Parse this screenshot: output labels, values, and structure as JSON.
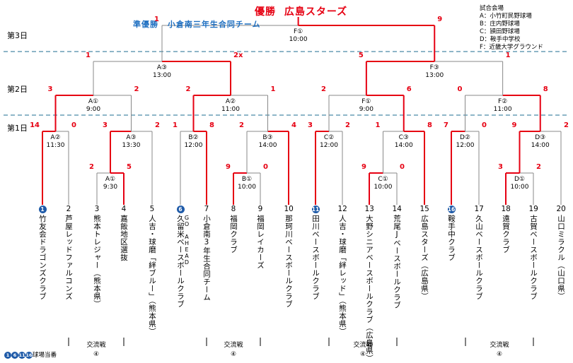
{
  "champion": {
    "label": "優勝",
    "team": "広島スターズ"
  },
  "runner_up": {
    "label": "準優勝",
    "team": "小倉南三年生合同チーム"
  },
  "venues": {
    "title": "試合会場",
    "items": [
      "A：小竹町民野球場",
      "B：庄内野球場",
      "C：頴田野球場",
      "D：鞍手中学校",
      "F：近畿大学グラウンド"
    ]
  },
  "days": [
    "第3日",
    "第2日",
    "第1日"
  ],
  "final": {
    "venue": "F①",
    "time": "10:00",
    "score_left": "1",
    "score_right": "9"
  },
  "semis": [
    {
      "venue": "A③",
      "time": "13:00",
      "score_left": "1",
      "score_right": "2x"
    },
    {
      "venue": "F③",
      "time": "13:00",
      "score_left": "5",
      "score_right": "1"
    }
  ],
  "quarters": [
    {
      "venue": "A①",
      "time": "9:00",
      "score_left": "3",
      "score_right": "2"
    },
    {
      "venue": "A②",
      "time": "11:00",
      "score_left": "2",
      "score_right": "1"
    },
    {
      "venue": "F①",
      "time": "9:00",
      "score_left": "2",
      "score_right": "6"
    },
    {
      "venue": "F②",
      "time": "11:00",
      "score_left": "0",
      "score_right": "8"
    }
  ],
  "round1": [
    {
      "venue": "A②",
      "time": "11:30",
      "score_left": "14",
      "score_right": "0"
    },
    {
      "venue": "A③",
      "time": "13:30",
      "score_left": "3",
      "score_right": "2"
    },
    {
      "venue": "B②",
      "time": "12:00",
      "score_left": "1",
      "score_right": "8"
    },
    {
      "venue": "B③",
      "time": "14:00",
      "score_left": "2",
      "score_right": "4"
    },
    {
      "venue": "C②",
      "time": "12:00",
      "score_left": "3",
      "score_right": "2"
    },
    {
      "venue": "C③",
      "time": "14:00",
      "score_left": "1",
      "score_right": "8"
    },
    {
      "venue": "D②",
      "time": "12:00",
      "score_left": "7",
      "score_right": "0"
    },
    {
      "venue": "D③",
      "time": "14:00",
      "score_left": "9",
      "score_right": "2"
    }
  ],
  "prelim": [
    {
      "venue": "A①",
      "time": "9:30",
      "score_left": "2",
      "score_right": "5"
    },
    {
      "venue": "B①",
      "time": "10:00",
      "score_left": "9",
      "score_right": "0"
    },
    {
      "venue": "C①",
      "time": "10:00",
      "score_left": "9",
      "score_right": "0"
    },
    {
      "venue": "D①",
      "time": "10:00",
      "score_left": "3",
      "score_right": "2"
    }
  ],
  "teams": [
    {
      "num": "1",
      "host": true,
      "name": "竹友会ドラゴンズクラブ",
      "sub": ""
    },
    {
      "num": "2",
      "host": false,
      "name": "芦屋レッドファルコンズ",
      "sub": ""
    },
    {
      "num": "3",
      "host": false,
      "name": "熊本トレジャー（熊本県）",
      "sub": ""
    },
    {
      "num": "4",
      "host": false,
      "name": "嘉飯地区選抜",
      "sub": ""
    },
    {
      "num": "5",
      "host": false,
      "name": "人吉・球磨「絆ブルー」（熊本県）",
      "sub": ""
    },
    {
      "num": "6",
      "host": true,
      "name": "久留米ベースボールクラブ",
      "sub": "GO AHEAD"
    },
    {
      "num": "7",
      "host": false,
      "name": "小倉南3年生合同チーム",
      "sub": ""
    },
    {
      "num": "8",
      "host": false,
      "name": "福岡クラブ",
      "sub": ""
    },
    {
      "num": "9",
      "host": false,
      "name": "福岡レイカーズ",
      "sub": ""
    },
    {
      "num": "10",
      "host": false,
      "name": "那珂川ベースボールクラブ",
      "sub": ""
    },
    {
      "num": "11",
      "host": true,
      "name": "田川ベースボールクラブ",
      "sub": ""
    },
    {
      "num": "12",
      "host": false,
      "name": "人吉・球磨「絆レッド」（熊本県）",
      "sub": ""
    },
    {
      "num": "13",
      "host": false,
      "name": "大野シニアベースボールクラブ（広島県）",
      "sub": ""
    },
    {
      "num": "14",
      "host": false,
      "name": "荒尾Jベースボールクラブ",
      "sub": ""
    },
    {
      "num": "15",
      "host": false,
      "name": "広島スターズ（広島県）",
      "sub": ""
    },
    {
      "num": "16",
      "host": true,
      "name": "鞍手中クラブ",
      "sub": ""
    },
    {
      "num": "17",
      "host": false,
      "name": "久山ベースボールクラブ",
      "sub": ""
    },
    {
      "num": "18",
      "host": false,
      "name": "遠賀クラブ",
      "sub": ""
    },
    {
      "num": "19",
      "host": false,
      "name": "古賀ベースボールクラブ",
      "sub": ""
    },
    {
      "num": "20",
      "host": false,
      "name": "山口ミラクル（山口県）",
      "sub": ""
    }
  ],
  "exchange": [
    {
      "label": "交流戦",
      "count": "④"
    },
    {
      "label": "交流戦",
      "count": "④"
    },
    {
      "label": "交流戦",
      "count": "④"
    },
    {
      "label": "交流戦",
      "count": "④"
    }
  ],
  "legend": {
    "marks": [
      "1",
      "6",
      "11",
      "16"
    ],
    "text": "球場当番"
  },
  "colors": {
    "win_line": "#e60012",
    "line": "#888888",
    "host_badge": "#1e5aa8",
    "runner": "#1e6fc1",
    "divider": "#4a8aa8"
  }
}
